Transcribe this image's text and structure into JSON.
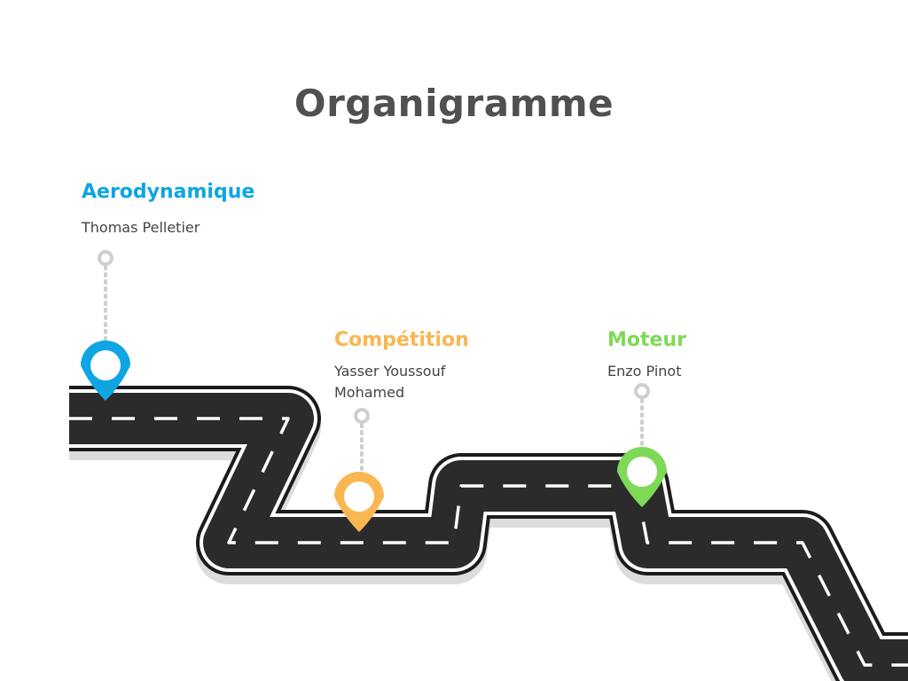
{
  "title": "Organigramme",
  "milestones": [
    {
      "team": "Aerodynamique",
      "members": [
        "Thomas Pelletier"
      ],
      "color": "#0ea5e3"
    },
    {
      "team": "Compétition",
      "members": [
        "Yasser Youssouf",
        "Mohamed"
      ],
      "color": "#f9b651"
    },
    {
      "team": "Moteur",
      "members": [
        "Enzo Pinot"
      ],
      "color": "#7ed957"
    }
  ],
  "road": {
    "asphalt": "#2b2b2b",
    "edge": "#ffffff",
    "shadow": "#dcdcdc",
    "lane_marking": "#ffffff"
  },
  "connector_color": "#d0d0d0"
}
